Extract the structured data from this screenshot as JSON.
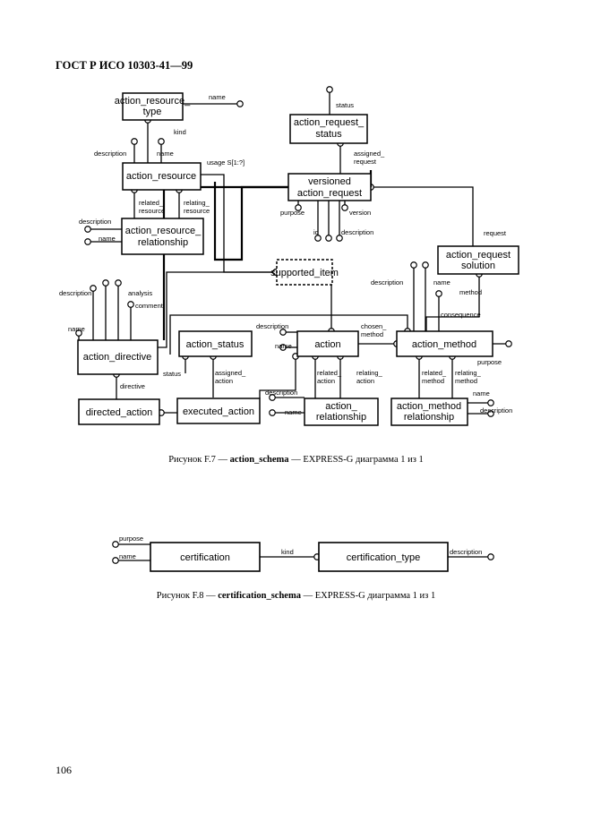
{
  "page": {
    "header": "ГОСТ Р ИСО 10303-41—99",
    "page_number": "106"
  },
  "figure_f7": {
    "caption_prefix": "Рисунок F.7 —",
    "caption_schema": "action_schema",
    "caption_suffix": "— EXPRESS-G диаграмма 1 из 1",
    "entities": {
      "action_resource_type": [
        "action_resource_",
        "type"
      ],
      "action_resource": [
        "action_resource"
      ],
      "action_resource_relationship": [
        "action_resource_",
        "relationship"
      ],
      "action_request_status": [
        "action_request_",
        "status"
      ],
      "versioned_action_request": [
        "versioned",
        "action_request"
      ],
      "supported_item": [
        "supported_item"
      ],
      "action_request_solution": [
        "action_request",
        "solution"
      ],
      "action_directive": [
        "action_directive"
      ],
      "action_status": [
        "action_status"
      ],
      "action": [
        "action"
      ],
      "action_method": [
        "action_method"
      ],
      "directed_action": [
        "directed_action"
      ],
      "executed_action": [
        "executed_action"
      ],
      "action_relationship": [
        "action_",
        "relationship"
      ],
      "action_method_relationship": [
        "action_method",
        "relationship"
      ]
    },
    "labels": {
      "art_name": "name",
      "ar_kind": "kind",
      "ar_description": "description",
      "ar_name": "name",
      "ar_usage": "usage S[1:?]",
      "ar_related": [
        "related_",
        "resource"
      ],
      "ar_relating": [
        "relating_",
        "resource"
      ],
      "arr_description": "description",
      "arr_name": "name",
      "ars_status": "status",
      "var_assigned": [
        "assigned_",
        "request"
      ],
      "var_purpose": "purpose",
      "var_id": "id",
      "var_description": "description",
      "var_version": "version",
      "ars2_request": "request",
      "ad_description": "description",
      "ad_analysis": "analysis",
      "ad_comment": "comment",
      "ad_name": "name",
      "ad_directive": "directive",
      "as_status": "status",
      "as_assigned": [
        "assigned_",
        "action"
      ],
      "a_description": "description",
      "a_name": "name",
      "a_chosen": [
        "chosen_",
        "method"
      ],
      "a_related": [
        "related_",
        "action"
      ],
      "a_relating": [
        "relating_",
        "action"
      ],
      "arel_description": "description",
      "arel_name": "name",
      "am_description": "description",
      "am_name": "name",
      "am_method": "method",
      "am_consequence": "consequence",
      "am_purpose": "purpose",
      "am_related": [
        "related_",
        "method"
      ],
      "am_relating": [
        "relating_",
        "method"
      ],
      "amr_name": "name",
      "amr_description": "description"
    }
  },
  "figure_f8": {
    "caption_prefix": "Рисунок F.8 —",
    "caption_schema": "certification_schema",
    "caption_suffix": "— EXPRESS-G диаграмма 1 из 1",
    "entities": {
      "certification": "certification",
      "certification_type": "certification_type"
    },
    "labels": {
      "purpose": "purpose",
      "name": "name",
      "kind": "kind",
      "description": "description"
    }
  }
}
